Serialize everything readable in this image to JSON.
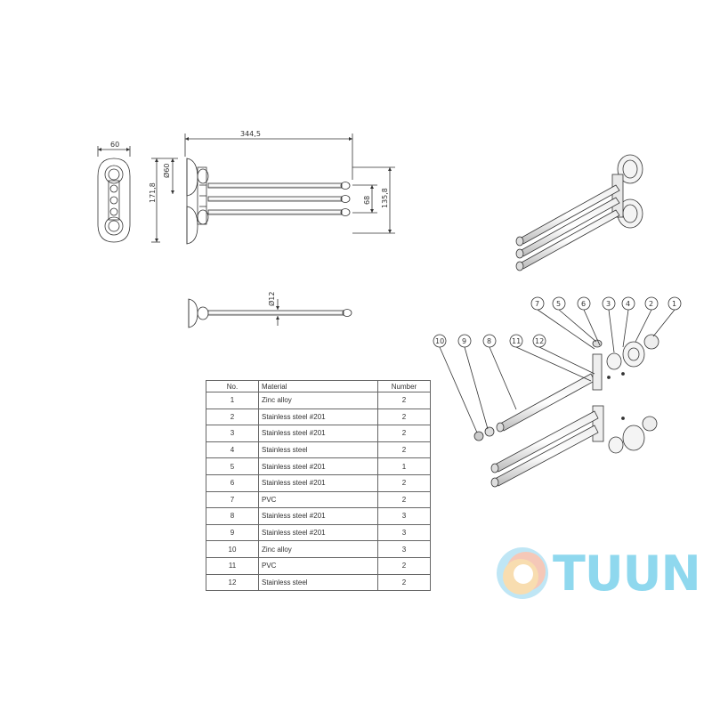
{
  "dimensions": {
    "width_top": "60",
    "height_left": "171,8",
    "diameter_base": "Ø60",
    "length": "344,5",
    "bar_spacing": "68",
    "total_height": "135,8",
    "bar_diameter": "Ø12"
  },
  "table": {
    "headers": {
      "no": "No.",
      "material": "Material",
      "number": "Number"
    },
    "rows": [
      {
        "no": "1",
        "material": "Zinc alloy",
        "number": "2"
      },
      {
        "no": "2",
        "material": "Stainless steel #201",
        "number": "2"
      },
      {
        "no": "3",
        "material": "Stainless steel #201",
        "number": "2"
      },
      {
        "no": "4",
        "material": "Stainless steel",
        "number": "2"
      },
      {
        "no": "5",
        "material": "Stainless steel #201",
        "number": "1"
      },
      {
        "no": "6",
        "material": "Stainless steel #201",
        "number": "2"
      },
      {
        "no": "7",
        "material": "PVC",
        "number": "2"
      },
      {
        "no": "8",
        "material": "Stainless steel #201",
        "number": "3"
      },
      {
        "no": "9",
        "material": "Stainless steel #201",
        "number": "3"
      },
      {
        "no": "10",
        "material": "Zinc alloy",
        "number": "3"
      },
      {
        "no": "11",
        "material": "PVC",
        "number": "2"
      },
      {
        "no": "12",
        "material": "Stainless steel",
        "number": "2"
      }
    ]
  },
  "balloons": [
    "7",
    "5",
    "6",
    "3",
    "4",
    "2",
    "1",
    "10",
    "9",
    "8",
    "11",
    "12"
  ],
  "logo": {
    "text": "TUUN",
    "icon": "ring-logo-icon"
  },
  "colors": {
    "line": "#333333",
    "logo_text": "#8fd8ee"
  }
}
